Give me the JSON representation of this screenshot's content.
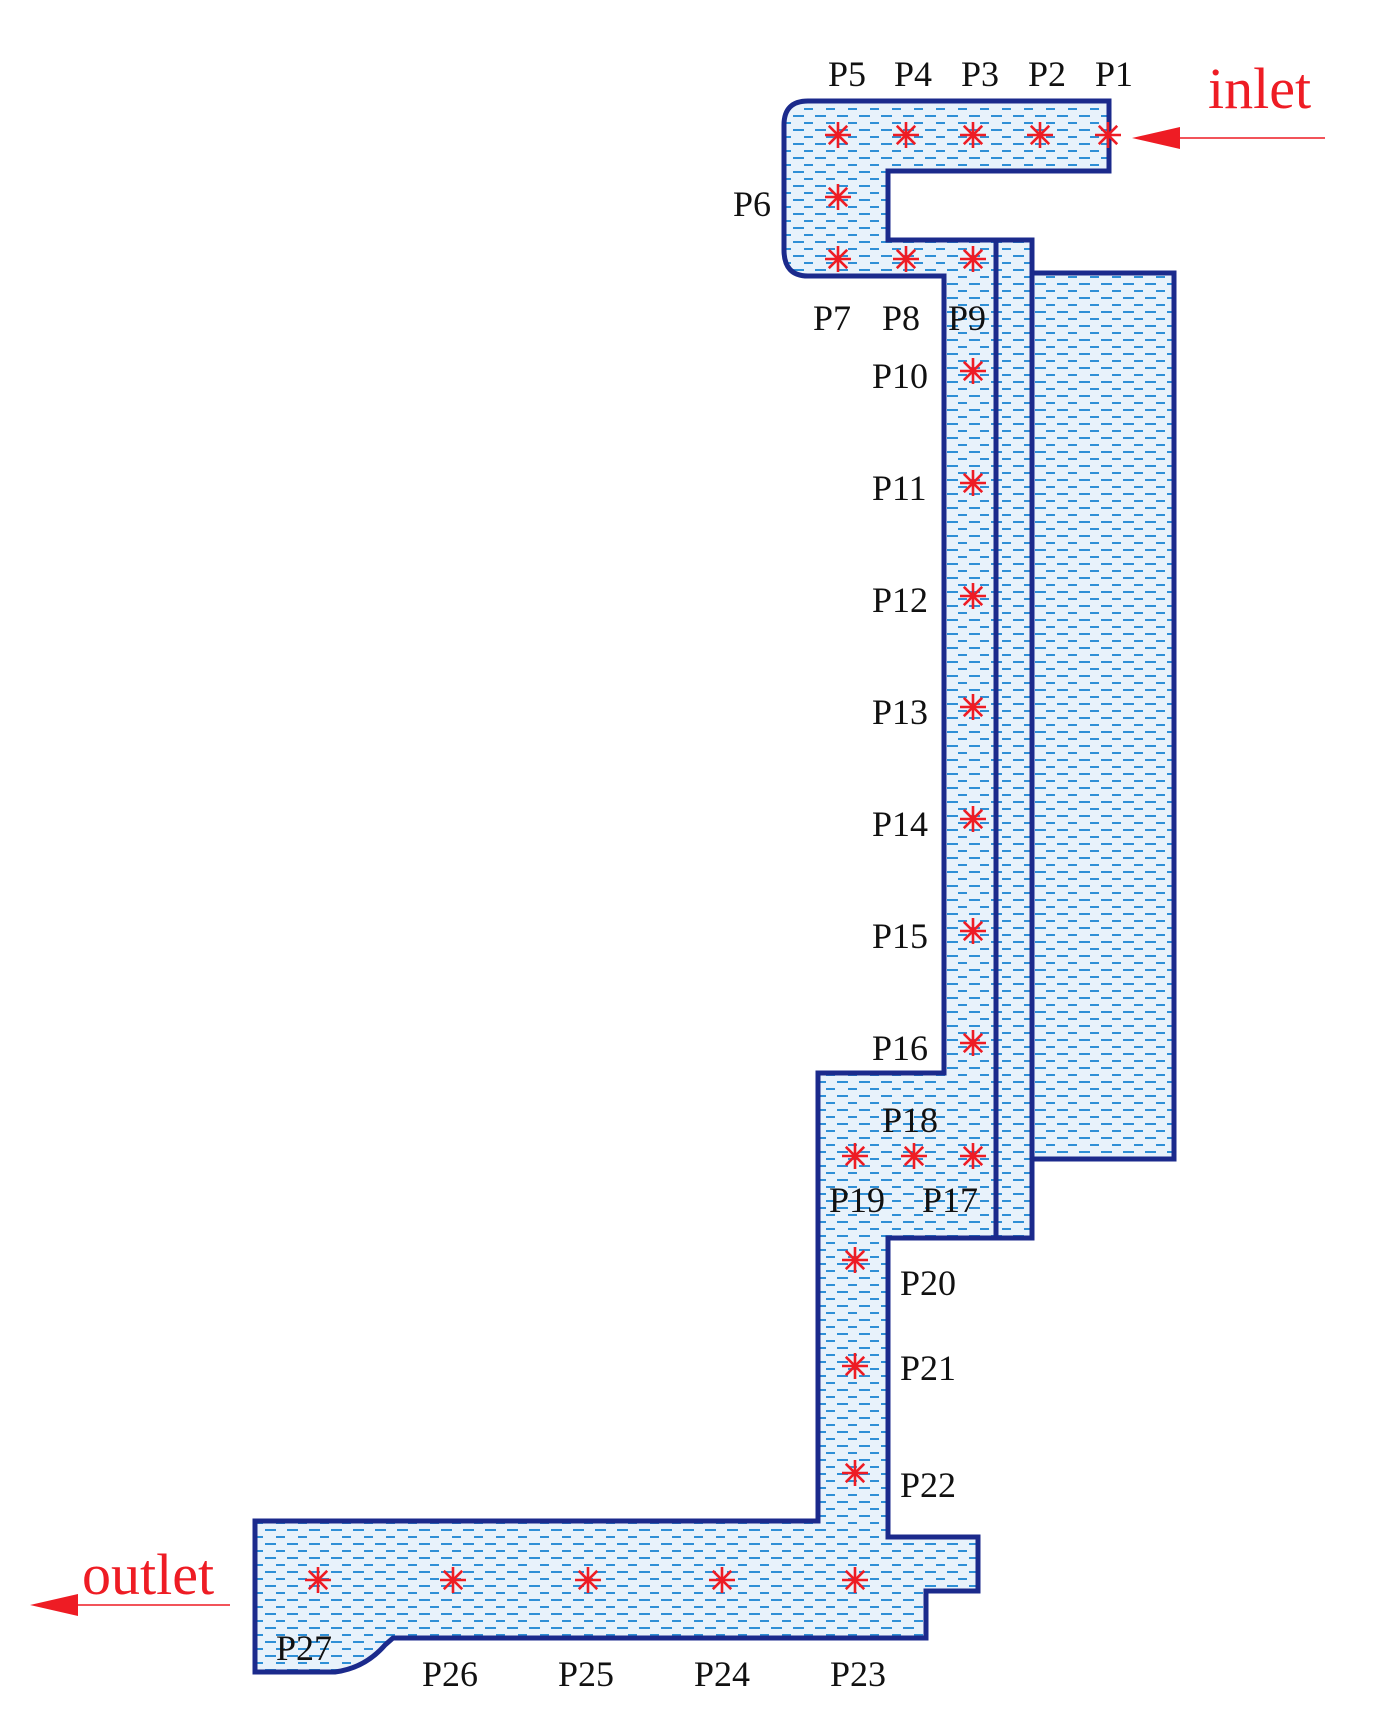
{
  "colors": {
    "outline": "#1b2a8c",
    "fill": "#e8f2fb",
    "hatch": "#2f8fd6",
    "point": "#ee1c24",
    "flow": "#ee1c24",
    "label": "#111111"
  },
  "flow": {
    "inlet": "inlet",
    "outlet": "outlet"
  },
  "points": [
    {
      "id": "P1",
      "label": "P1"
    },
    {
      "id": "P2",
      "label": "P2"
    },
    {
      "id": "P3",
      "label": "P3"
    },
    {
      "id": "P4",
      "label": "P4"
    },
    {
      "id": "P5",
      "label": "P5"
    },
    {
      "id": "P6",
      "label": "P6"
    },
    {
      "id": "P7",
      "label": "P7"
    },
    {
      "id": "P8",
      "label": "P8"
    },
    {
      "id": "P9",
      "label": "P9"
    },
    {
      "id": "P10",
      "label": "P10"
    },
    {
      "id": "P11",
      "label": "P11"
    },
    {
      "id": "P12",
      "label": "P12"
    },
    {
      "id": "P13",
      "label": "P13"
    },
    {
      "id": "P14",
      "label": "P14"
    },
    {
      "id": "P15",
      "label": "P15"
    },
    {
      "id": "P16",
      "label": "P16"
    },
    {
      "id": "P17",
      "label": "P17"
    },
    {
      "id": "P18",
      "label": "P18"
    },
    {
      "id": "P19",
      "label": "P19"
    },
    {
      "id": "P20",
      "label": "P20"
    },
    {
      "id": "P21",
      "label": "P21"
    },
    {
      "id": "P22",
      "label": "P22"
    },
    {
      "id": "P23",
      "label": "P23"
    },
    {
      "id": "P24",
      "label": "P24"
    },
    {
      "id": "P25",
      "label": "P25"
    },
    {
      "id": "P26",
      "label": "P26"
    },
    {
      "id": "P27",
      "label": "P27"
    }
  ]
}
